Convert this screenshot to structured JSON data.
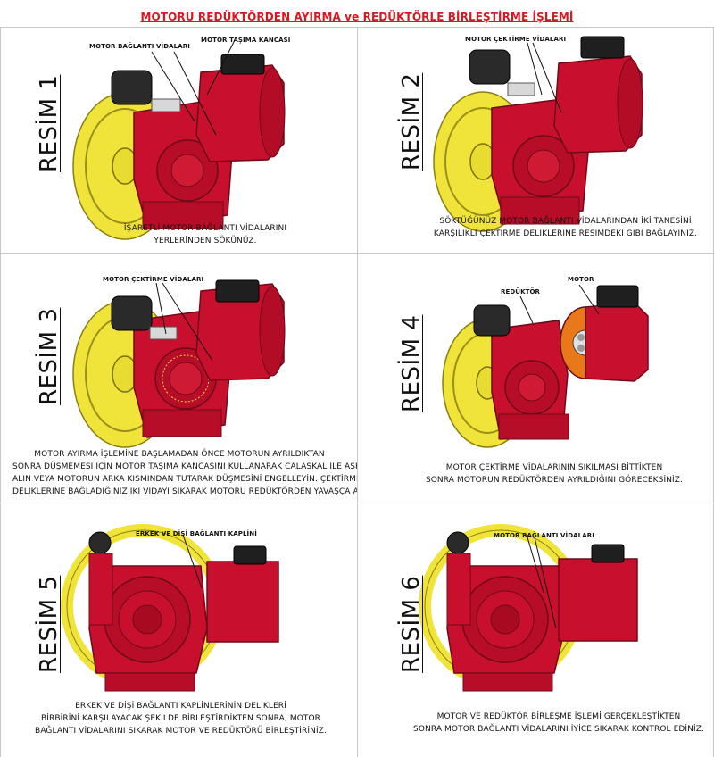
{
  "document": {
    "title": "MOTORU REDÜKTÖRDEN AYIRMA ve REDÜKTÖRLE BİRLEŞTİRME İŞLEMİ"
  },
  "colors": {
    "title_red": "#d8181e",
    "motor_red": "#c8102e",
    "pulley_yellow": "#f0e43a",
    "divider_gray": "#c8c8c8"
  },
  "steps": [
    {
      "label": "RESİM 1",
      "callouts": [
        "MOTOR BAĞLANTI VİDALARI",
        "MOTOR TAŞIMA KANCASI"
      ],
      "caption": [
        "İŞARETLİ MOTOR BAĞLANTI VİDALARINI",
        "YERLERİNDEN SÖKÜNÜZ."
      ]
    },
    {
      "label": "RESİM 2",
      "callouts": [
        "MOTOR ÇEKTİRME VİDALARI"
      ],
      "caption": [
        "SÖKTÜĞÜNÜZ MOTOR BAĞLANTI VİDALARINDAN İKİ TANESİNİ",
        "KARŞILIKLI ÇEKTİRME DELİKLERİNE RESİMDEKİ GİBİ BAĞLAYINIZ."
      ]
    },
    {
      "label": "RESİM 3",
      "callouts": [
        "MOTOR ÇEKTİRME VİDALARI"
      ],
      "caption": [
        "MOTOR AYIRMA İŞLEMİNE BAŞLAMADAN ÖNCE MOTORUN AYRILDIKTAN",
        "SONRA DÜŞMEMESİ İÇİN MOTOR TAŞIMA KANCASINI KULLANARAK CALASKAL İLE ASKIYA",
        "ALIN VEYA MOTORUN ARKA KISMINDAN TUTARAK DÜŞMESİNİ ENGELLEYİN. ÇEKTİRME",
        "DELİKLERİNE BAĞLADIĞINIZ İKİ VİDAYI SIKARAK MOTORU REDÜKTÖRDEN YAVAŞÇA AYIRINIZ."
      ]
    },
    {
      "label": "RESİM 4",
      "callouts": [
        "REDÜKTÖR",
        "MOTOR"
      ],
      "caption": [
        "MOTOR ÇEKTİRME VİDALARININ SIKILMASI BİTTİKTEN",
        "SONRA MOTORUN REDÜKTÖRDEN AYRILDIĞINI GÖRECEKSİNİZ."
      ]
    },
    {
      "label": "RESİM 5",
      "callouts": [
        "ERKEK VE DİŞİ BAĞLANTI KAPLİNİ"
      ],
      "caption": [
        "ERKEK VE DİŞİ BAĞLANTI KAPLİNLERİNİN DELİKLERİ",
        "BİRBİRİNİ KARŞILAYACAK ŞEKİLDE BİRLEŞTİRDİKTEN SONRA, MOTOR",
        "BAĞLANTI VİDALARINI SIKARAK MOTOR VE REDÜKTÖRÜ BİRLEŞTİRİNİZ."
      ]
    },
    {
      "label": "RESİM 6",
      "callouts": [
        "MOTOR BAĞLANTI VİDALARI"
      ],
      "caption": [
        "MOTOR VE REDÜKTÖR BİRLEŞME İŞLEMİ GERÇEKLEŞTİKTEN",
        "SONRA MOTOR BAĞLANTI VİDALARINI İYİCE SIKARAK KONTROL EDİNİZ."
      ]
    }
  ]
}
